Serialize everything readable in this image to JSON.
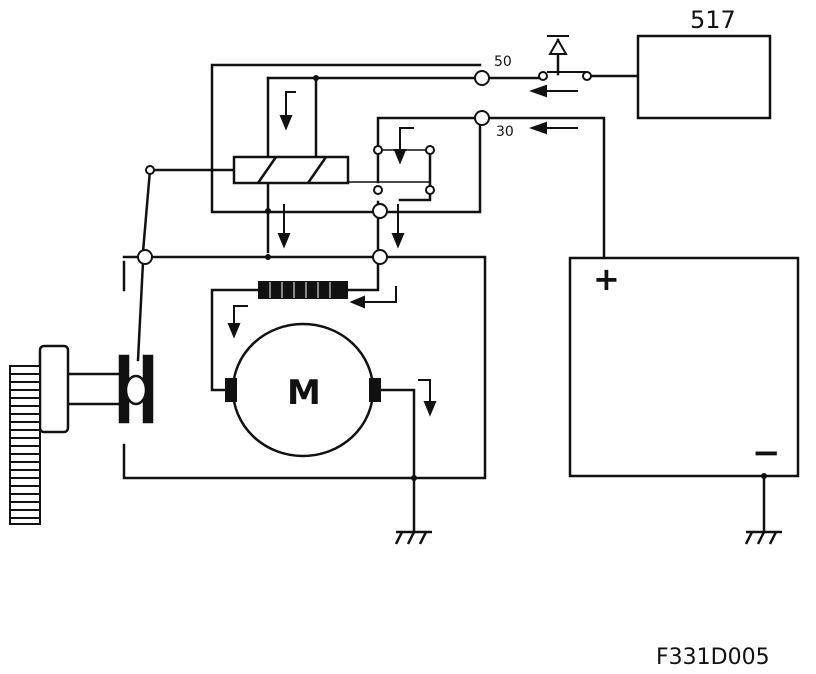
{
  "labels": {
    "relay_box": "517",
    "terminal_50": "50",
    "terminal_30": "30",
    "motor": "M",
    "battery_plus": "+",
    "battery_minus": "−",
    "figure_code": "F331D005"
  },
  "colors": {
    "line": "#111111",
    "background": "#ffffff"
  },
  "icons": [
    "ground-icon",
    "switch-icon",
    "arrow-icon",
    "gear-icon",
    "coil-icon",
    "motor-icon"
  ]
}
